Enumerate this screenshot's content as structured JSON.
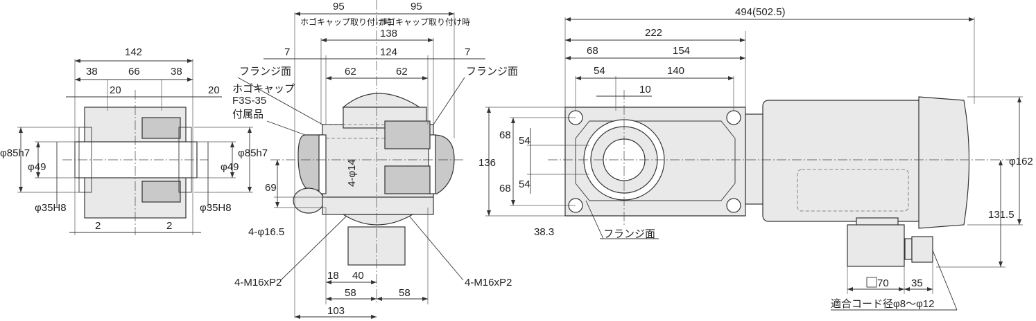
{
  "title": "Gear motor dimension drawing",
  "left_view": {
    "dims": {
      "d142": "142",
      "d38a": "38",
      "d66": "66",
      "d38b": "38",
      "d20a": "20",
      "d20b": "20",
      "d2a": "2",
      "d2b": "2"
    },
    "labels": {
      "phi85_left": "φ85h7",
      "phi49_left": "φ49",
      "phi35_left": "φ35H8",
      "phi85_right": "φ85h7",
      "phi49_right": "φ49",
      "phi35_right": "φ35H8"
    }
  },
  "front_view": {
    "dims": {
      "d95a": "95",
      "d95b": "95",
      "cap_a": "ホゴキャップ取り付け時",
      "cap_b": "ホゴキャップ取り付け時",
      "d138": "138",
      "d7a": "7",
      "d124": "124",
      "d7b": "7",
      "d62a": "62",
      "d62b": "62",
      "d69": "69",
      "d18": "18",
      "d40": "40",
      "d58a": "58",
      "d58b": "58",
      "d103": "103"
    },
    "labels": {
      "flange_left": "フランジ面",
      "flange_right": "フランジ面",
      "cap1": "ホゴキャップ",
      "cap2": "F3S-35",
      "cap3": "付属品",
      "holes": "4-φ14",
      "bolt_holes": "4-φ16.5",
      "tap_left": "4-M16xP2",
      "tap_right": "4-M16xP2"
    }
  },
  "side_view": {
    "dims": {
      "d494": "494(502.5)",
      "d222": "222",
      "d68": "68",
      "d154": "154",
      "d54": "54",
      "d140": "140",
      "d10": "10",
      "d136": "136",
      "v68a": "68",
      "v68b": "68",
      "v54a": "54",
      "v54b": "54",
      "d38_3": "38.3",
      "d162": "φ162",
      "d131_5": "131.5",
      "d70": "70",
      "d35": "35"
    },
    "labels": {
      "flange": "フランジ面",
      "cord": "適合コード径φ8〜φ12"
    }
  }
}
